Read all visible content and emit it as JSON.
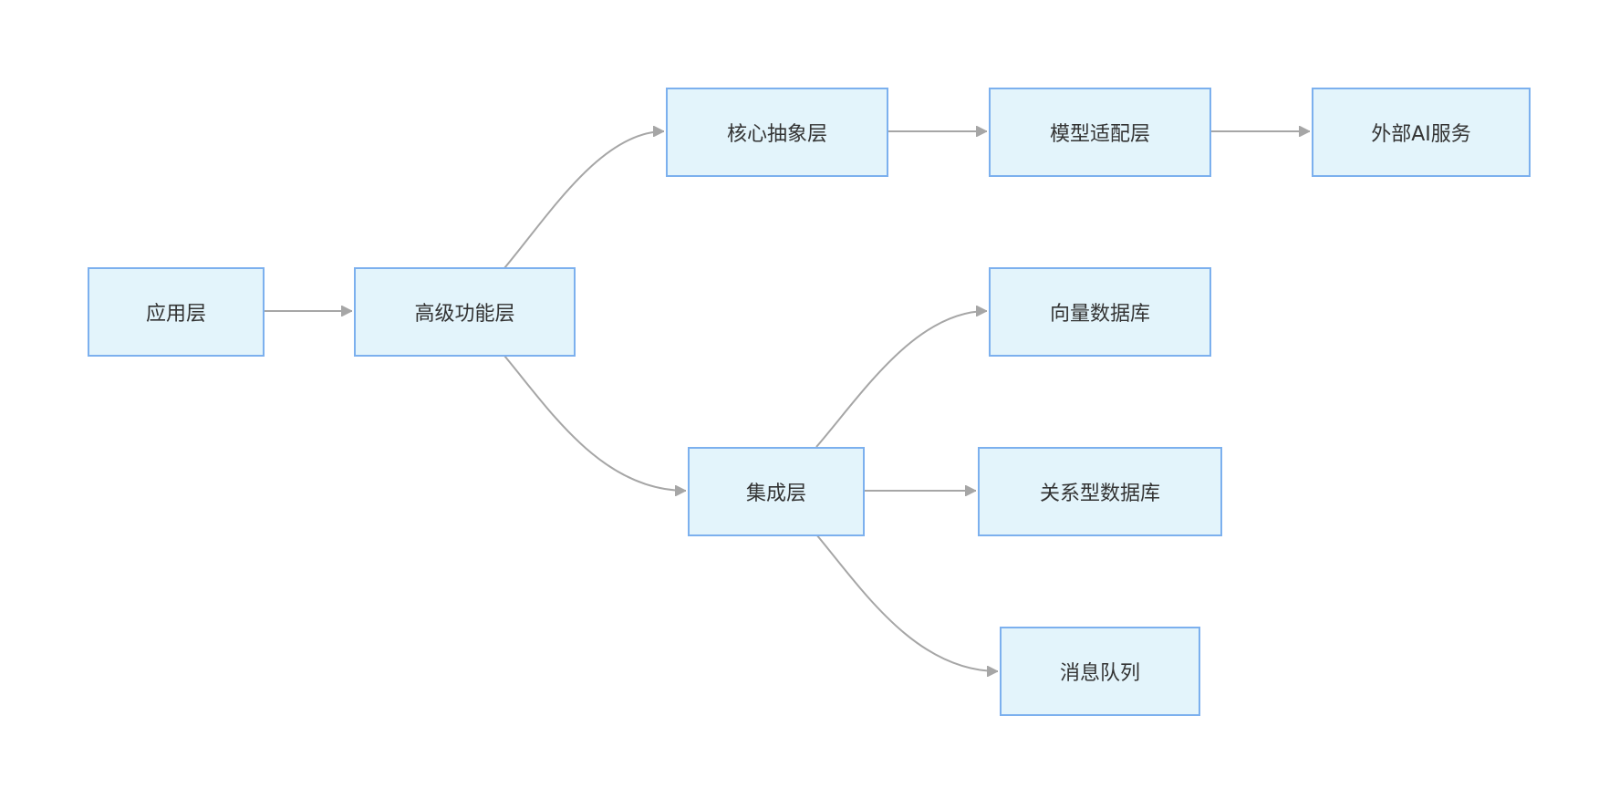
{
  "diagram": {
    "colors": {
      "node_fill": "#e3f4fb",
      "node_border": "#7cb0ee",
      "edge": "#a6a6a6",
      "text": "#333333"
    },
    "nodes": {
      "app": "应用层",
      "advanced": "高级功能层",
      "core": "核心抽象层",
      "adapter": "模型适配层",
      "external_ai": "外部AI服务",
      "integration": "集成层",
      "vector_db": "向量数据库",
      "relational_db": "关系型数据库",
      "mq": "消息队列"
    },
    "edges": [
      {
        "from": "app",
        "to": "advanced"
      },
      {
        "from": "advanced",
        "to": "core"
      },
      {
        "from": "advanced",
        "to": "integration"
      },
      {
        "from": "core",
        "to": "adapter"
      },
      {
        "from": "adapter",
        "to": "external_ai"
      },
      {
        "from": "integration",
        "to": "vector_db"
      },
      {
        "from": "integration",
        "to": "relational_db"
      },
      {
        "from": "integration",
        "to": "mq"
      }
    ]
  }
}
